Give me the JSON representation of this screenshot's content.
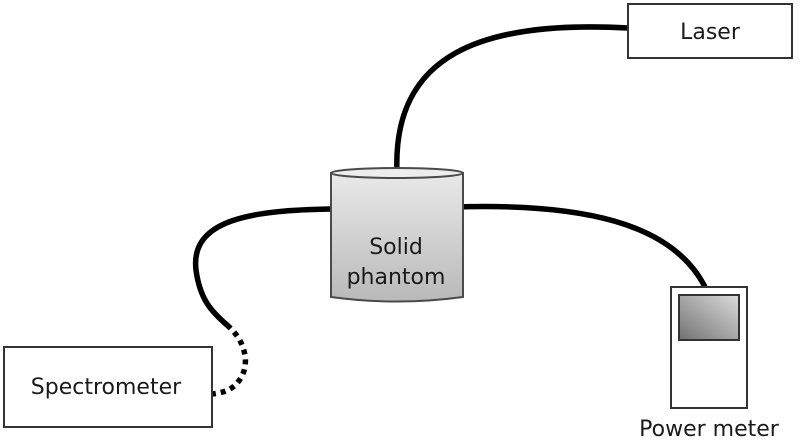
{
  "labels": {
    "laser": "Laser",
    "phantom_line1": "Solid",
    "phantom_line2": "phantom",
    "spectrometer": "Spectrometer",
    "power_meter": "Power meter"
  },
  "colors": {
    "line": "#000000",
    "box_border": "#333333",
    "phantom_fill_light": "#e6e6e6",
    "phantom_fill_dark": "#bdbdbd",
    "screen_light": "#d9d9d9",
    "screen_dark": "#7a7a7a"
  }
}
